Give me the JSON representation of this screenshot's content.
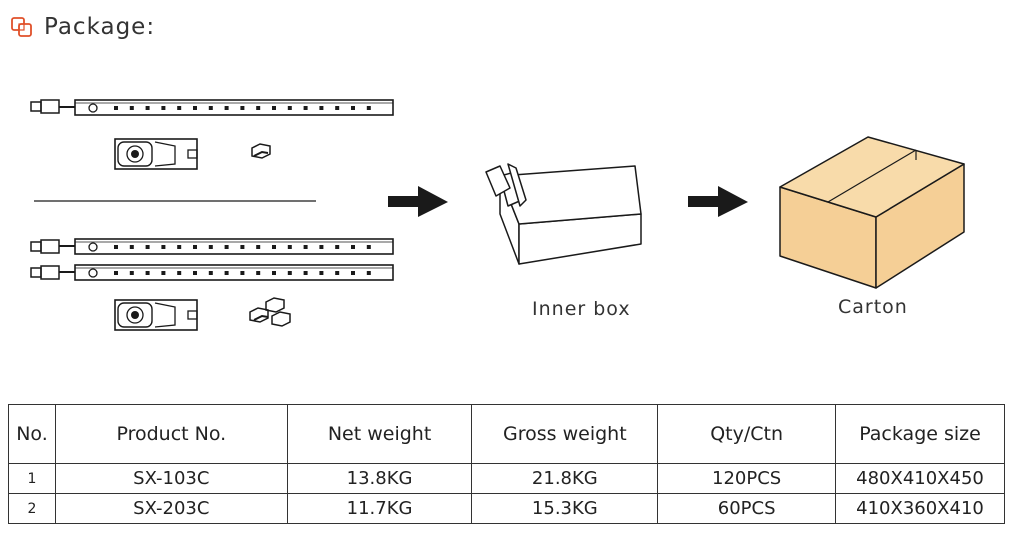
{
  "heading": {
    "title": "Package:",
    "icon": "package-overlap-icon",
    "accent": "#e0502a"
  },
  "stages": {
    "inner_box_label": "Inner box",
    "carton_label": "Carton"
  },
  "colors": {
    "carton_fill": "#f5cf96",
    "outline": "#1a1a1a"
  },
  "table": {
    "headers": [
      "No.",
      "Product No.",
      "Net weight",
      "Gross weight",
      "Qty/Ctn",
      "Package size"
    ],
    "rows": [
      [
        "1",
        "SX-103C",
        "13.8KG",
        "21.8KG",
        "120PCS",
        "480X410X450"
      ],
      [
        "2",
        "SX-203C",
        "11.7KG",
        "15.3KG",
        "60PCS",
        "410X360X410"
      ]
    ]
  }
}
